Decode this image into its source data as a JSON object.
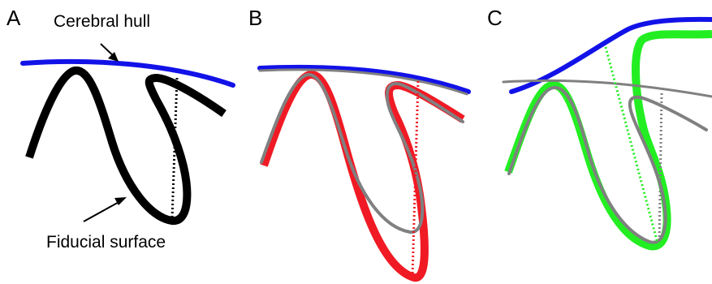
{
  "panels": [
    {
      "letter": "A"
    },
    {
      "letter": "B"
    },
    {
      "letter": "C"
    }
  ],
  "annotations": {
    "cerebral_hull": "Cerebral hull",
    "fiducial_surface": "Fiducial surface"
  },
  "colors": {
    "hull": "#1212e8",
    "fiducial": "#000000",
    "deformed": "#f01a24",
    "target": "#22ee22",
    "reference": "#808080"
  }
}
